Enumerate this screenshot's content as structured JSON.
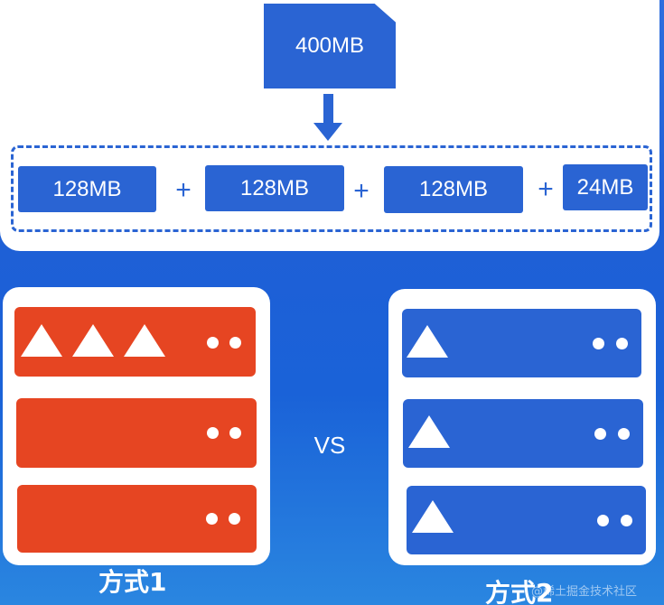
{
  "file": {
    "label": "400MB"
  },
  "blocks": [
    {
      "label": "128MB"
    },
    {
      "label": "128MB"
    },
    {
      "label": "128MB"
    },
    {
      "label": "24MB"
    }
  ],
  "plus_sign": "+",
  "vs_label": "VS",
  "method1": {
    "caption": "方式1",
    "color": "#e64522",
    "units": [
      {
        "triangles": 3
      },
      {
        "triangles": 0
      },
      {
        "triangles": 0
      }
    ]
  },
  "method2": {
    "caption": "方式2",
    "color": "#2a64d3",
    "units": [
      {
        "triangles": 1
      },
      {
        "triangles": 1
      },
      {
        "triangles": 1
      }
    ]
  },
  "watermark": "@稀土掘金技术社区",
  "colors": {
    "primary_blue": "#2a64d3",
    "accent_red": "#e64522",
    "panel": "#ffffff"
  }
}
